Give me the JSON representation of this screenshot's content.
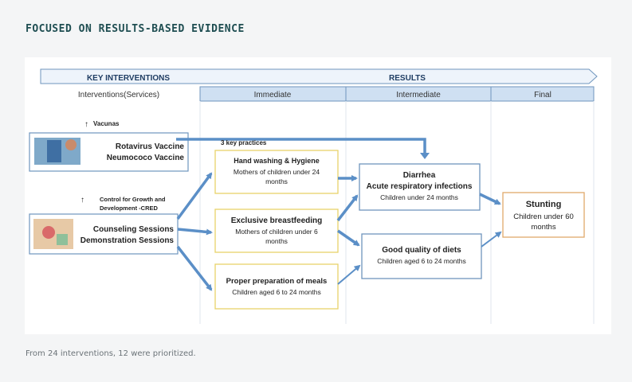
{
  "section_title": "FOCUSED ON RESULTS-BASED EVIDENCE",
  "caption": "From 24 interventions, 12 were prioritized.",
  "header": {
    "key_interventions": "KEY INTERVENTIONS",
    "results": "RESULTS",
    "interventions_services": "Interventions(Services)",
    "immediate": "Immediate",
    "intermediate": "Intermediate",
    "final": "Final"
  },
  "vaccines": {
    "note": "Vacunas",
    "line1": "Rotavirus Vaccine",
    "line2": "Neumococo Vaccine"
  },
  "growth": {
    "note_line1": "Control for Growth and",
    "note_line2": "Development -CRED",
    "line1": "Counseling Sessions",
    "line2": "Demonstration Sessions"
  },
  "practices_label": "3 key practices",
  "handwashing": {
    "title": "Hand washing & Hygiene",
    "sub1": "Mothers of children under 24",
    "sub2": "months"
  },
  "breastfeeding": {
    "title": "Exclusive breastfeeding",
    "sub1": "Mothers of children under 6",
    "sub2": "months"
  },
  "meals": {
    "title": "Proper preparation of meals",
    "sub1": "Children aged 6 to 24 months"
  },
  "diarrhea": {
    "title1": "Diarrhea",
    "title2": "Acute respiratory infections",
    "sub1": "Children under 24 months"
  },
  "diets": {
    "title": "Good quality of diets",
    "sub1": "Children aged 6 to 24 months"
  },
  "stunting": {
    "title": "Stunting",
    "sub1": "Children under 60",
    "sub2": "months"
  },
  "colors": {
    "title": "#1f4e52",
    "arrow": "#5b8fc7",
    "yellow_border": "#e8d36a",
    "blue_border": "#6f95bd",
    "orange_border": "#e0a96b",
    "header_fill": "#cfe0f2"
  }
}
